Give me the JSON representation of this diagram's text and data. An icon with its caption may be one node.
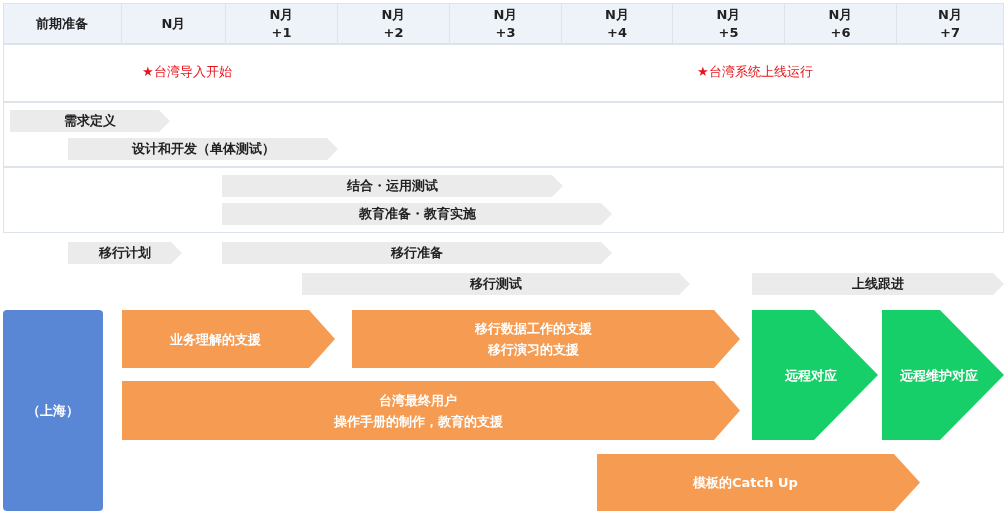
{
  "diagram": {
    "nodes": [
      {
        "text": [
          "需求定义"
        ]
      },
      {
        "text": [
          "设计和开发（单体测试）"
        ]
      },
      {
        "text": [
          "结合・运用测试"
        ]
      },
      {
        "text": [
          "教育准备・教育实施"
        ]
      },
      {
        "text": [
          "移行计划"
        ]
      },
      {
        "text": [
          "移行准备"
        ]
      },
      {
        "text": [
          "移行测试"
        ]
      },
      {
        "text": [
          "上线跟进"
        ]
      },
      {
        "text": [
          "（上海）"
        ]
      },
      {
        "text": [
          "业务理解的支援"
        ]
      },
      {
        "text": [
          "移行数据工作的支援",
          "移行演习的支援"
        ]
      },
      {
        "text": [
          "远程对应"
        ]
      },
      {
        "text": [
          "远程维护对应"
        ]
      },
      {
        "text": [
          "台湾最终用户",
          "操作手册的制作，教育的支援"
        ]
      },
      {
        "text": [
          "模板的Catch Up"
        ]
      }
    ],
    "edges": [],
    "labels": [
      "前期准备",
      "N月",
      "N月 +1",
      "N月 +2",
      "N月 +3",
      "N月 +4",
      "N月 +5",
      "N月 +6",
      "N月 +7",
      "★台湾导入开始",
      "★台湾系统上线运行"
    ]
  }
}
